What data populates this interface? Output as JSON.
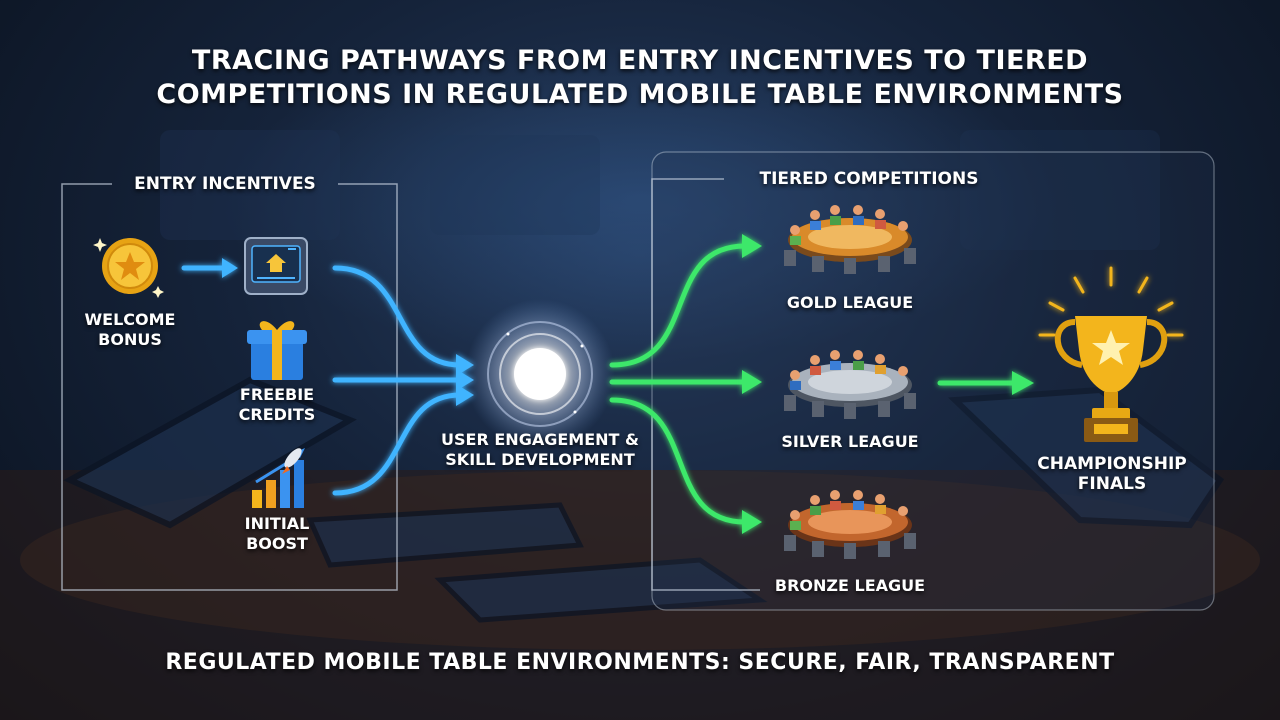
{
  "title": "Tracing Pathways from Entry Incentives to Tiered Competitions in Regulated Mobile Table Environments",
  "entry": {
    "heading": "Entry Incentives",
    "items": [
      {
        "label": "Welcome Bonus",
        "icon": "coin-icon"
      },
      {
        "label": "Freebie Credits",
        "icon": "gift-icon"
      },
      {
        "label": "Initial Boost",
        "icon": "rocket-chart-icon"
      }
    ],
    "arrow_target_icon": "tablet-screen-icon"
  },
  "hub": {
    "label": "User Engagement & Skill Development",
    "icon": "glow-orb-icon"
  },
  "tiers": {
    "heading": "Tiered Competitions",
    "leagues": [
      {
        "label": "Gold League",
        "color": "#d98a2a"
      },
      {
        "label": "Silver League",
        "color": "#a9b2bd"
      },
      {
        "label": "Bronze League",
        "color": "#c2662d"
      }
    ]
  },
  "finals": {
    "label": "Championship Finals",
    "icon": "trophy-icon"
  },
  "footer": "Regulated Mobile Table Environments: Secure, Fair, Transparent",
  "colors": {
    "blue_flow": "#3fb4ff",
    "green_flow": "#3ee86a",
    "gold": "#f3b51c"
  }
}
